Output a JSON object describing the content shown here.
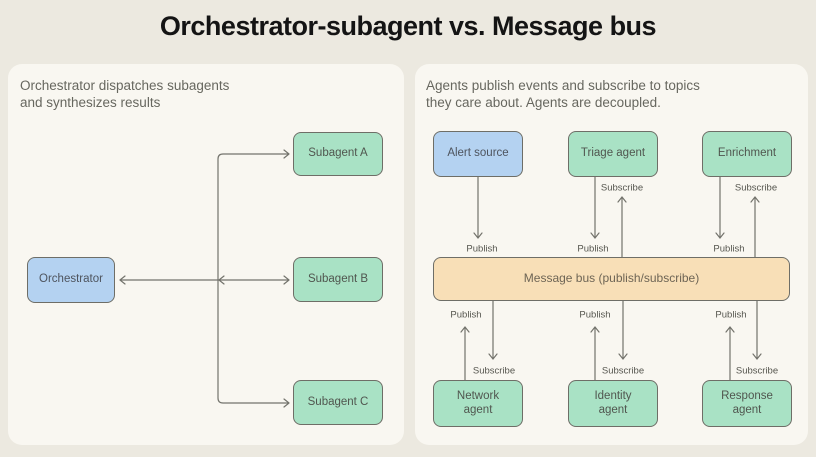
{
  "title": "Orchestrator-subagent vs. Message bus",
  "panels": {
    "left": {
      "heading": "Orchestrator dispatches subagents\nand synthesizes results",
      "orchestrator": "Orchestrator",
      "subagent_a": "Subagent A",
      "subagent_b": "Subagent B",
      "subagent_c": "Subagent C"
    },
    "right": {
      "heading": "Agents publish events and subscribe to topics\nthey care about. Agents are decoupled.",
      "alert_source": "Alert source",
      "triage_agent": "Triage agent",
      "enrichment": "Enrichment",
      "bus": "Message bus (publish/subscribe)",
      "network_agent": "Network\nagent",
      "identity_agent": "Identity\nagent",
      "response_agent": "Response\nagent",
      "publish_label": "Publish",
      "subscribe_label": "Subscribe"
    }
  },
  "colors": {
    "background": "#ECE9E0",
    "panel_background": "#F9F7F1",
    "node_green": "#A9E2C5",
    "node_blue": "#B4D2F1",
    "bus_orange": "#F8DFB7",
    "wire": "#73736C",
    "title_text": "#141414",
    "heading_text": "#67675F"
  }
}
